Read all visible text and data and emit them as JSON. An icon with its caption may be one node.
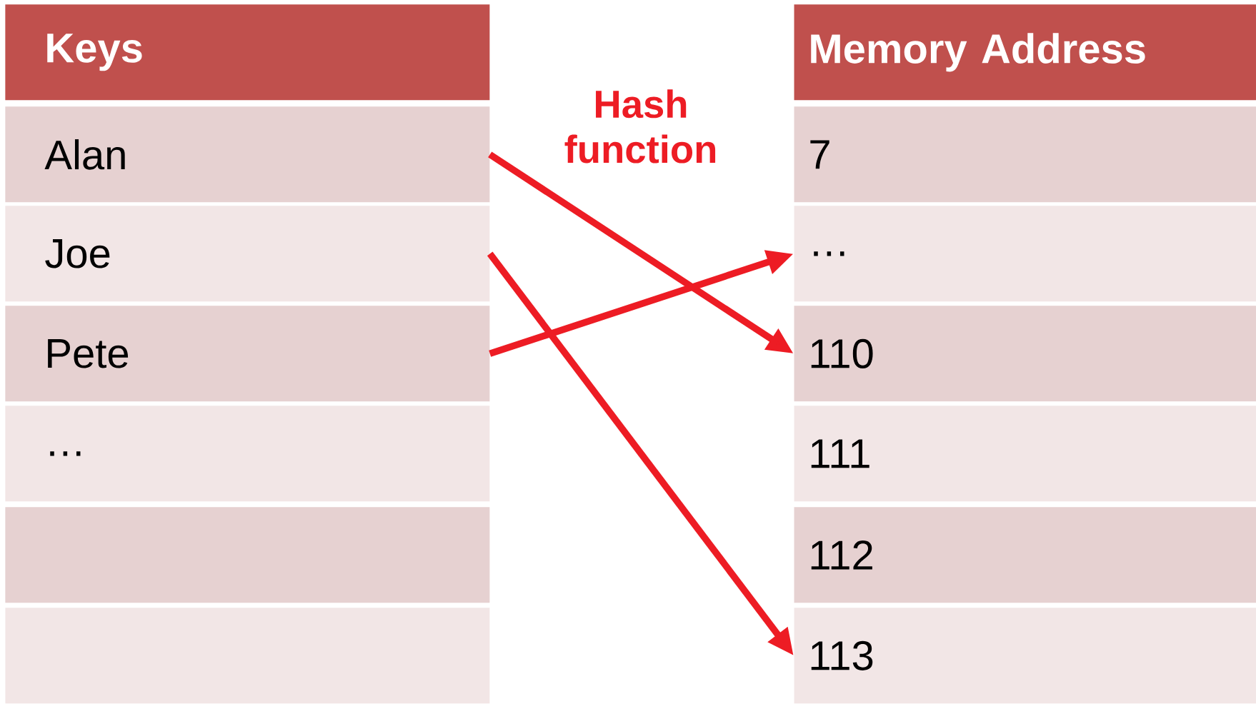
{
  "diagram": {
    "nodes": [
      {
        "text": [
          "Keys"
        ]
      },
      {
        "text": [
          "Alan"
        ]
      },
      {
        "text": [
          "Joe"
        ]
      },
      {
        "text": [
          "Pete"
        ]
      },
      {
        "text": [
          "…"
        ]
      },
      {
        "text": [],
        "shape": "box"
      },
      {
        "text": [],
        "shape": "box"
      },
      {
        "text": [
          "Memory Address"
        ]
      },
      {
        "text": [
          "7"
        ]
      },
      {
        "text": [
          "…"
        ]
      },
      {
        "text": [
          "110"
        ]
      },
      {
        "text": [
          "111"
        ]
      },
      {
        "text": [
          "112"
        ]
      },
      {
        "text": [
          "113"
        ]
      }
    ],
    "edges": [
      {
        "from": 1,
        "to": 10,
        "arrow": "to"
      },
      {
        "from": 2,
        "to": 13,
        "arrow": "to"
      },
      {
        "from": 3,
        "to": 9,
        "arrow": "to"
      }
    ],
    "labels": [
      "Hash function"
    ]
  }
}
